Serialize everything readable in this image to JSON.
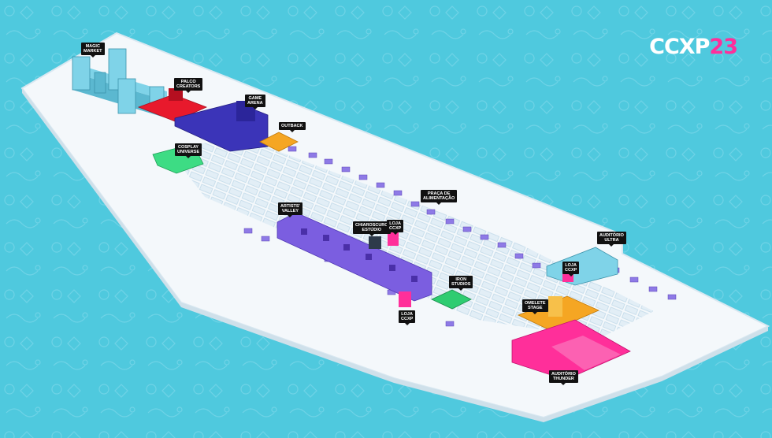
{
  "logo": {
    "part1": "CCXP",
    "part2": "23"
  },
  "colors": {
    "background": "#4fc9de",
    "floor": "#f4f8fb",
    "castle": "#7fd3e8",
    "palco": "#e8192c",
    "game_arena": "#3b34b8",
    "cosplay": "#3ddc84",
    "artists_alley": "#7b5ee0",
    "iron_studios": "#2ecc71",
    "omelete_stage": "#f5a623",
    "auditorio_thunder": "#ff2f9a",
    "auditorio_ultra": "#7fd3e8",
    "brand_pink": "#ff2f9a"
  },
  "labels": {
    "magic_market": "MAGIC\nMARKET",
    "palco_creators": "PALCO\nCREATORS",
    "game_arena": "GAME\nARENA",
    "outback": "OUTBACK",
    "cosplay_universe": "COSPLAY\nUNIVERSE",
    "praca_alimentacao": "PRAÇA DE\nALIMENTAÇÃO",
    "artists_valley": "ARTISTS'\nVALLEY",
    "chiaroscuro_estudio": "CHIAROSCURO\nESTÚDIO",
    "loja_ccxp_1": "LOJA\nCCXP",
    "iron_studios": "IRON\nSTUDIOS",
    "loja_ccxp_2": "LOJA\nCCXP",
    "omelete_stage": "OMELETE\nSTAGE",
    "auditorio_ultra": "AUDITÓRIO\nULTRA",
    "loja_ccxp_3": "LOJA\nCCXP",
    "auditorio_thunder": "AUDITÓRIO\nTHUNDER"
  }
}
